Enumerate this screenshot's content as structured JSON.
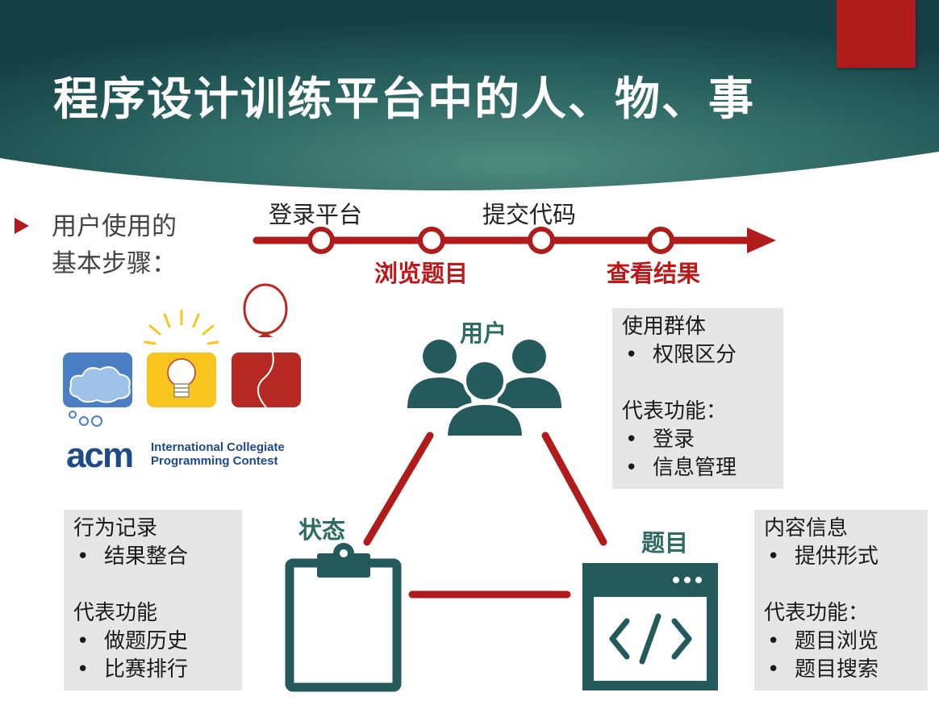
{
  "title": "程序设计训练平台中的人、物、事",
  "steps": {
    "label_line1": "用户使用的",
    "label_line2": "基本步骤：",
    "login": "登录平台",
    "submit": "提交代码",
    "browse": "浏览题目",
    "results": "查看结果"
  },
  "nodes": {
    "user": "用户",
    "status": "状态",
    "problem": "题目"
  },
  "user_box": {
    "heading": "使用群体",
    "heading_items": [
      "权限区分"
    ],
    "func_heading": "代表功能：",
    "func_items": [
      "登录",
      "信息管理"
    ]
  },
  "status_box": {
    "heading": "行为记录",
    "heading_items": [
      "结果整合"
    ],
    "func_heading": "代表功能",
    "func_items": [
      "做题历史",
      "比赛排行"
    ]
  },
  "problem_box": {
    "heading": "内容信息",
    "heading_items": [
      "提供形式"
    ],
    "func_heading": "代表功能：",
    "func_items": [
      "题目浏览",
      "题目搜索"
    ]
  },
  "logo": {
    "word": "acm",
    "line1": "International Collegiate",
    "line2": "Programming Contest"
  },
  "colors": {
    "header_teal": "#1f5a5a",
    "accent_red": "#b01c1c",
    "icon_teal": "#245a5c",
    "box_gray": "#e6e6e6"
  },
  "icons": [
    "users-icon",
    "clipboard-icon",
    "code-window-icon",
    "cloud-icon",
    "lightbulb-icon",
    "balloon-icon"
  ]
}
